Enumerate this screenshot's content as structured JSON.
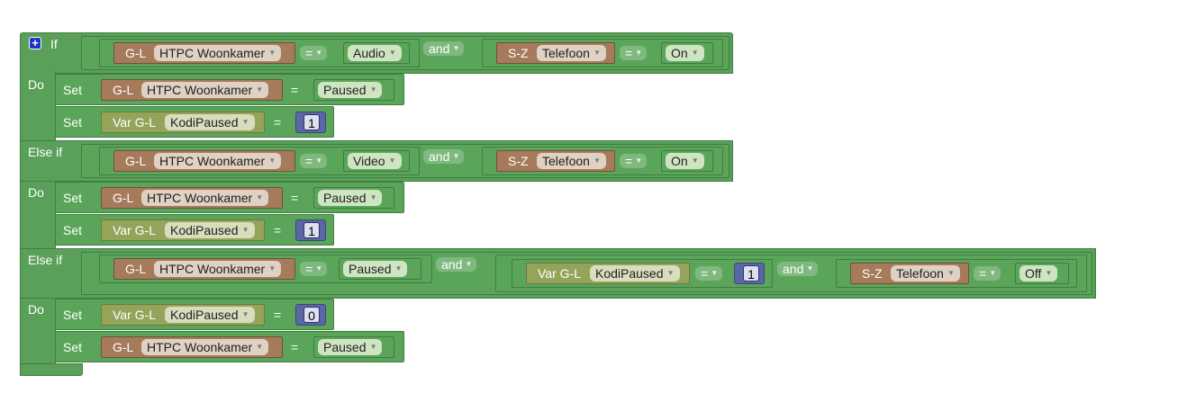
{
  "keywords": {
    "if": "If",
    "else_if": "Else if",
    "do": "Do",
    "set": "Set",
    "and": "and",
    "eq": "=",
    "arrow": "▼",
    "mutator": "+"
  },
  "devices": {
    "htpc_prefix": "G-L",
    "htpc_name": "HTPC Woonkamer",
    "tel_prefix": "S-Z",
    "tel_name": "Telefoon",
    "var_prefix": "Var G-L",
    "var_name": "KodiPaused"
  },
  "values": {
    "audio": "Audio",
    "video": "Video",
    "paused": "Paused",
    "on": "On",
    "off": "Off",
    "one": "1",
    "zero": "0"
  }
}
